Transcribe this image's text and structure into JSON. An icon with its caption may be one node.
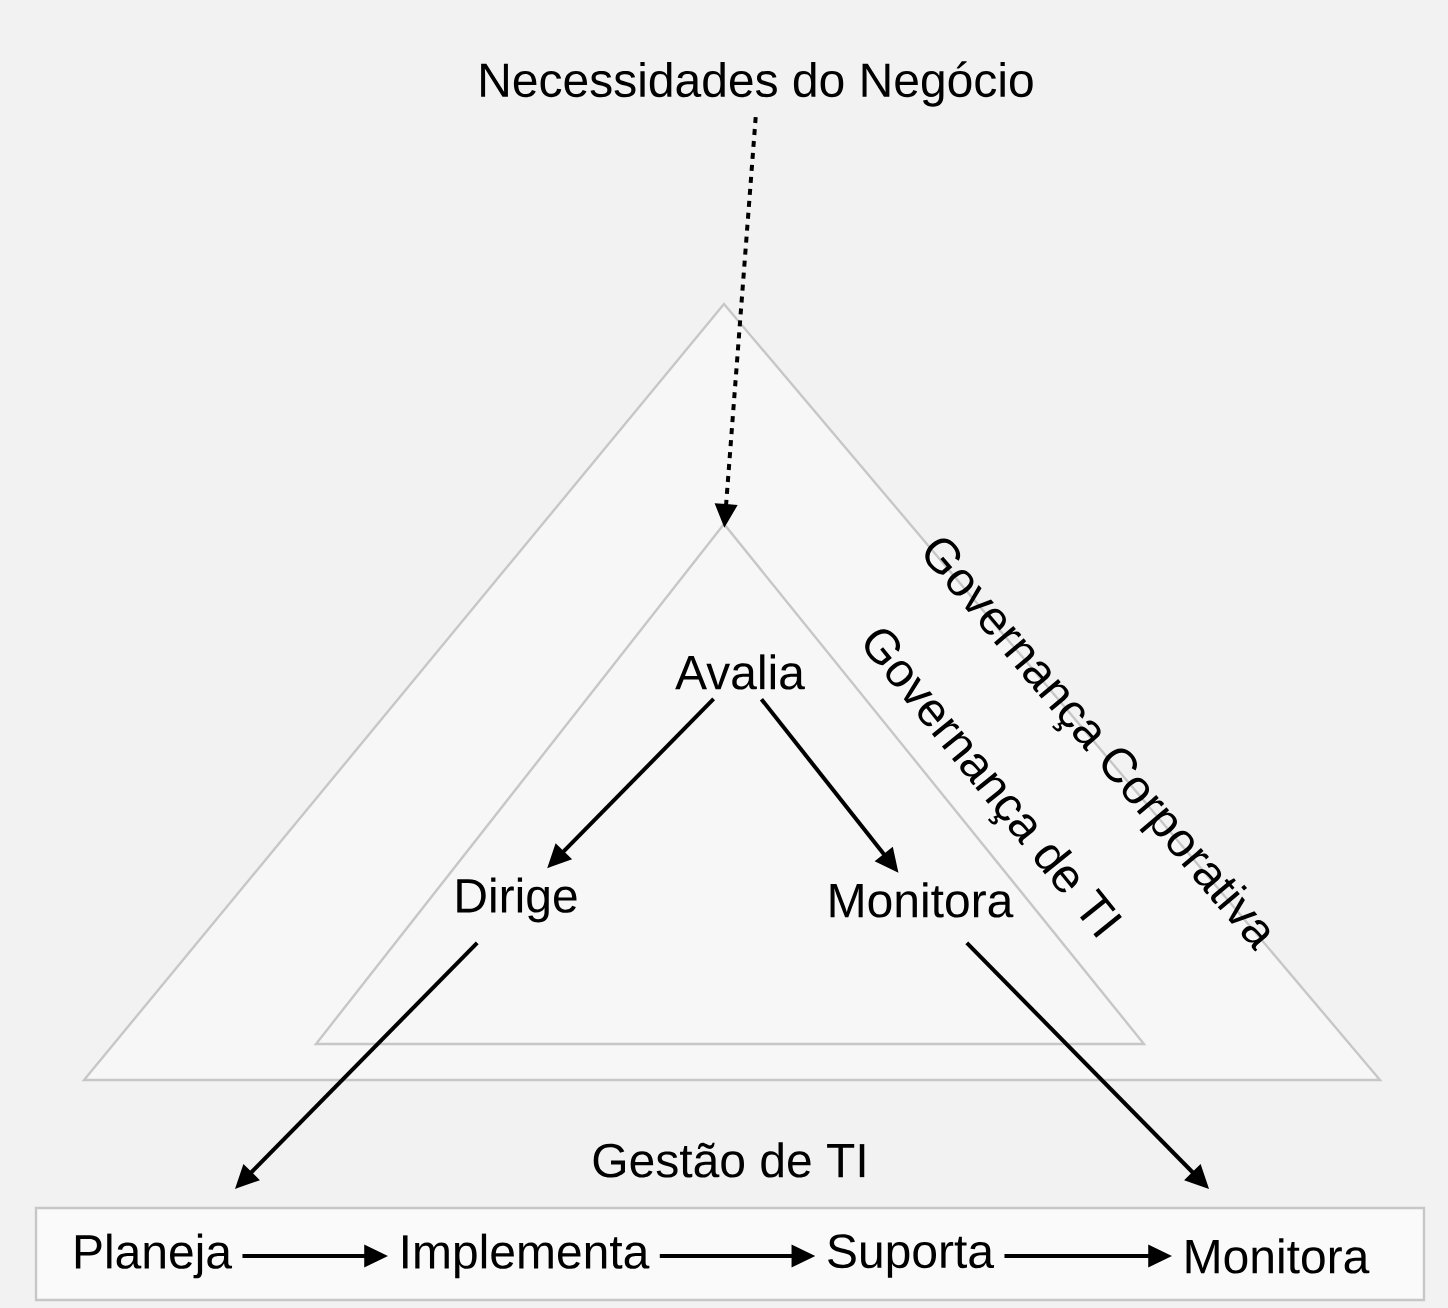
{
  "diagram": {
    "nodes": [
      {
        "text": [
          "Necessidades do Negócio"
        ]
      },
      {
        "text": [
          "Governança Corporativa"
        ]
      },
      {
        "text": [
          "Governança de TI"
        ],
        "in": 1
      },
      {
        "text": [
          "Avalia"
        ],
        "in": 2
      },
      {
        "text": [
          "Dirige"
        ],
        "in": 2
      },
      {
        "text": [
          "Monitora"
        ],
        "in": 2
      },
      {
        "text": [
          "Gestão de TI"
        ]
      },
      {
        "text": [
          "Planeja"
        ],
        "in": 6
      },
      {
        "text": [
          "Implementa"
        ],
        "in": 6
      },
      {
        "text": [
          "Suporta"
        ],
        "in": 6
      },
      {
        "text": [
          "Monitora"
        ],
        "in": 6
      }
    ],
    "edges": [
      {
        "from": 0,
        "to": 2,
        "arrow": "to",
        "style": "dashed"
      },
      {
        "from": 3,
        "to": 4,
        "arrow": "to"
      },
      {
        "from": 3,
        "to": 5,
        "arrow": "to"
      },
      {
        "from": 4,
        "to": 7,
        "arrow": "to"
      },
      {
        "from": 5,
        "to": 10,
        "arrow": "to"
      },
      {
        "from": 7,
        "to": 8,
        "arrow": "to"
      },
      {
        "from": 8,
        "to": 9,
        "arrow": "to"
      },
      {
        "from": 9,
        "to": 10,
        "arrow": "to"
      }
    ]
  }
}
